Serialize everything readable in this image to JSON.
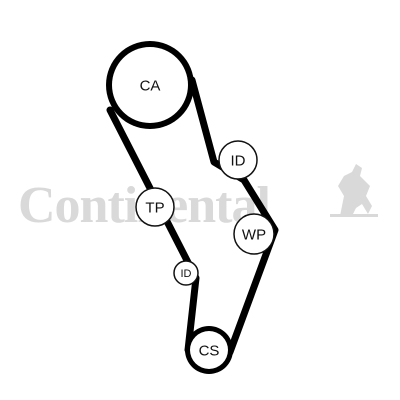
{
  "watermark": {
    "brand": "Continental",
    "color": "#d9d9d9",
    "logo_icon": "rearing-horse-icon"
  },
  "pulleys": {
    "camshaft": {
      "label": "CA"
    },
    "idler_upper": {
      "label": "ID"
    },
    "tensioner": {
      "label": "TP"
    },
    "water_pump": {
      "label": "WP"
    },
    "idler_lower": {
      "label": "ID"
    },
    "crankshaft": {
      "label": "CS"
    }
  },
  "colors": {
    "belt": "#000000",
    "pulley_fill": "#ffffff",
    "pulley_stroke": "#111111"
  }
}
